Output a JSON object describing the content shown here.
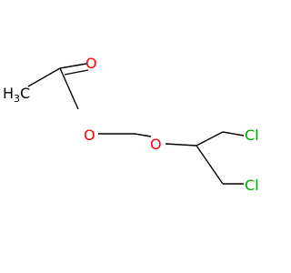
{
  "molecule": {
    "atoms": {
      "methyl": {
        "text": "H",
        "subscript": "3",
        "suffix": "C",
        "color": "#000000"
      },
      "carbonyl_oxygen": {
        "text": "O",
        "color": "#ff0000"
      },
      "ester_oxygen": {
        "text": "O",
        "color": "#ff0000"
      },
      "ether_oxygen": {
        "text": "O",
        "color": "#ff0000"
      },
      "chlorine_top": {
        "text": "Cl",
        "color": "#00aa00"
      },
      "chlorine_bottom": {
        "text": "Cl",
        "color": "#00aa00"
      }
    },
    "bond_color": "#000000"
  }
}
